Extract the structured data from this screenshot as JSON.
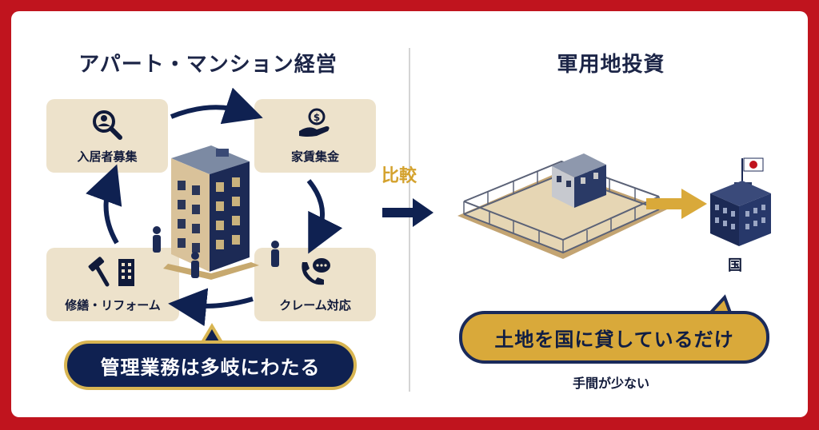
{
  "left": {
    "title": "アパート・マンション経営",
    "cards": [
      {
        "label": "入居者募集",
        "icon": "search-person-icon"
      },
      {
        "label": "家賃集金",
        "icon": "hand-coin-icon"
      },
      {
        "label": "クレーム対応",
        "icon": "phone-chat-icon"
      },
      {
        "label": "修繕・リフォーム",
        "icon": "hammer-building-icon"
      }
    ],
    "bubble": "管理業務は多岐にわたる"
  },
  "compare_label": "比較",
  "right": {
    "title": "軍用地投資",
    "country_label": "国",
    "bubble": "土地を国に貸しているだけ",
    "note": "手間が少ない"
  },
  "colors": {
    "border": "#c0141e",
    "navy": "#0f2151",
    "gold": "#d9a93a",
    "card": "#ede2cb",
    "sand": "#e6d6b4"
  }
}
